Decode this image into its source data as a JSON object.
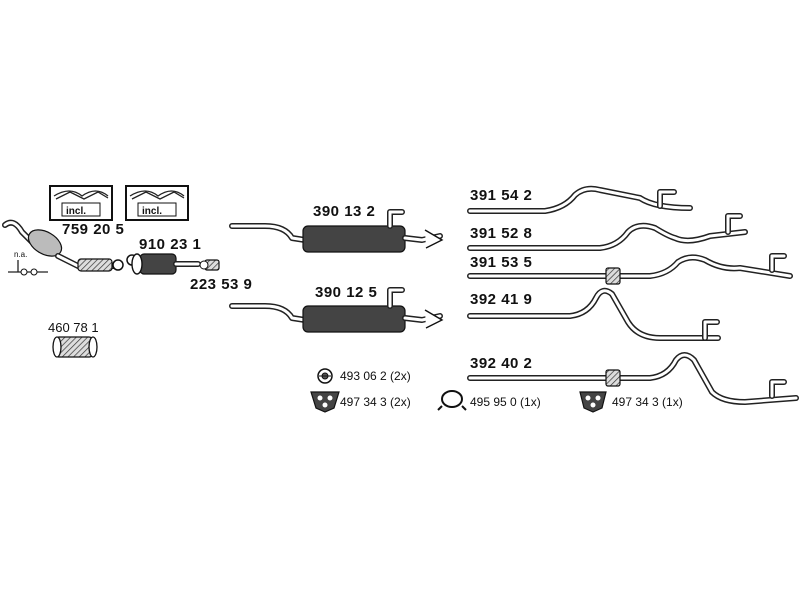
{
  "parts": {
    "p759205": "759 20 5",
    "p910231": "910 23 1",
    "p223539": "223 53 9",
    "p460781": "460 78 1",
    "p390132": "390 13 2",
    "p390125": "390 12 5",
    "p391542": "391 54 2",
    "p391528": "391 52 8",
    "p391535": "391 53 5",
    "p392419": "392 41 9",
    "p392402": "392 40 2"
  },
  "labels": {
    "incl_1": "incl.",
    "incl_2": "incl.",
    "na": "n.a."
  },
  "accessories": {
    "a1": "493 06 2 (2x)",
    "a2": "497 34 3 (2x)",
    "a3": "495 95 0 (1x)",
    "a4": "497 34 3  (1x)"
  }
}
